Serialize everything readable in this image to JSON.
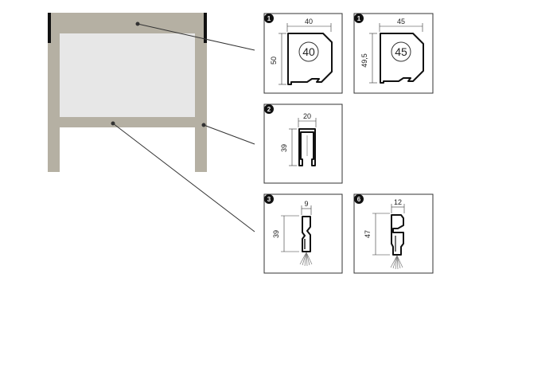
{
  "colors": {
    "frame": "#b5b0a3",
    "panel": "#e7e7e7",
    "line": "#333333",
    "post_cap": "#111111"
  },
  "panels": [
    {
      "badge": "1",
      "dims": {
        "width": "40",
        "height": "50"
      },
      "circle_label": "40"
    },
    {
      "badge": "1",
      "dims": {
        "width": "45",
        "height": "49,5"
      },
      "circle_label": "45"
    },
    {
      "badge": "2",
      "dims": {
        "width": "20",
        "height": "39"
      }
    },
    {
      "badge": "3",
      "dims": {
        "width": "9",
        "height": "39"
      }
    },
    {
      "badge": "6",
      "dims": {
        "width": "12",
        "height": "47"
      }
    }
  ]
}
